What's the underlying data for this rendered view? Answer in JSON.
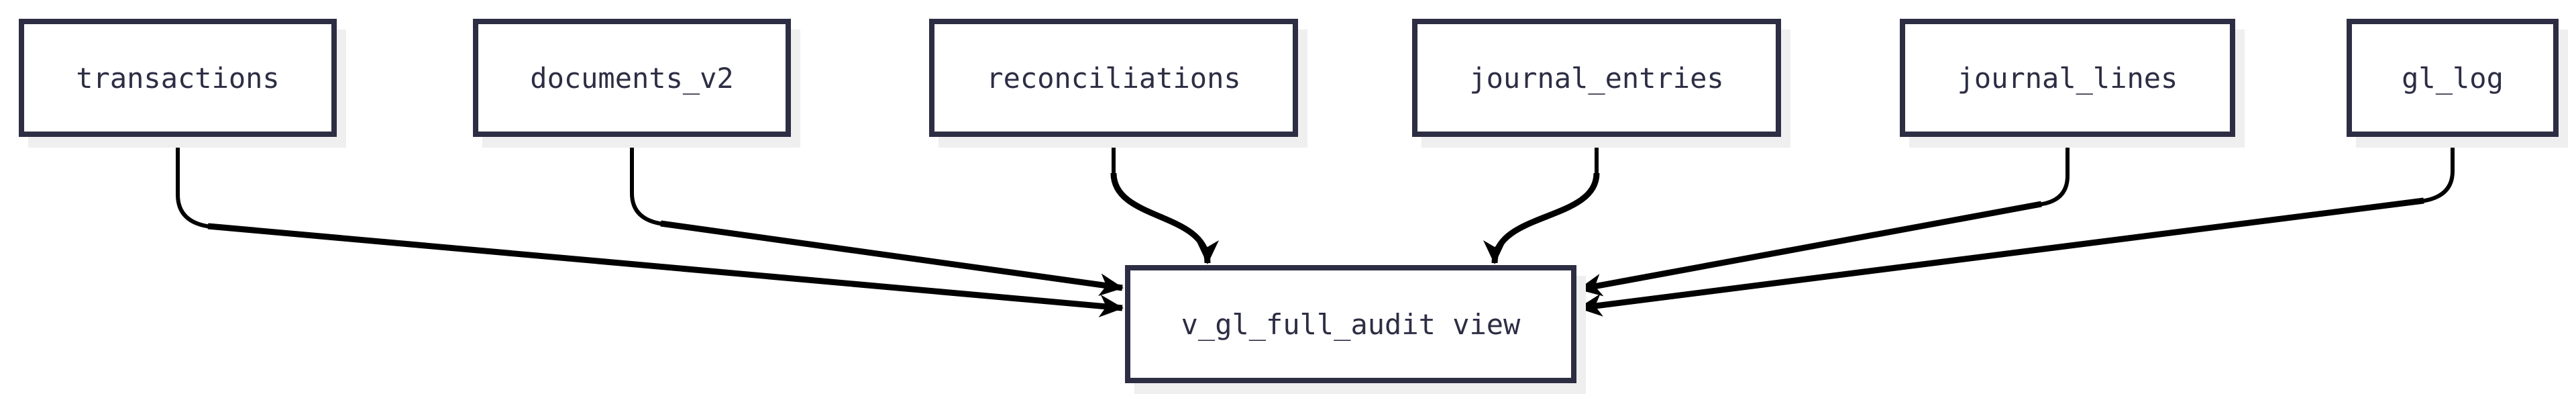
{
  "diagram": {
    "type": "flowchart",
    "direction": "top-sources-to-bottom-view",
    "nodes": [
      {
        "id": "transactions",
        "label": "transactions",
        "kind": "table"
      },
      {
        "id": "documents_v2",
        "label": "documents_v2",
        "kind": "table"
      },
      {
        "id": "reconciliations",
        "label": "reconciliations",
        "kind": "table"
      },
      {
        "id": "journal_entries",
        "label": "journal_entries",
        "kind": "table"
      },
      {
        "id": "journal_lines",
        "label": "journal_lines",
        "kind": "table"
      },
      {
        "id": "gl_log",
        "label": "gl_log",
        "kind": "table"
      },
      {
        "id": "v_gl_full_audit",
        "label": "v_gl_full_audit view",
        "kind": "view"
      }
    ],
    "edges": [
      {
        "from": "transactions",
        "to": "v_gl_full_audit",
        "arrowhead": true
      },
      {
        "from": "documents_v2",
        "to": "v_gl_full_audit",
        "arrowhead": true
      },
      {
        "from": "reconciliations",
        "to": "v_gl_full_audit",
        "arrowhead": true
      },
      {
        "from": "journal_entries",
        "to": "v_gl_full_audit",
        "arrowhead": true
      },
      {
        "from": "journal_lines",
        "to": "v_gl_full_audit",
        "arrowhead": true
      },
      {
        "from": "gl_log",
        "to": "v_gl_full_audit",
        "arrowhead": true
      }
    ],
    "colors": {
      "node_border": "#2d2d44",
      "node_fill": "#ffffff",
      "text": "#2d2d44",
      "arrow": "#000000",
      "node_shadow": "#efefef",
      "background": "#ffffff"
    }
  }
}
